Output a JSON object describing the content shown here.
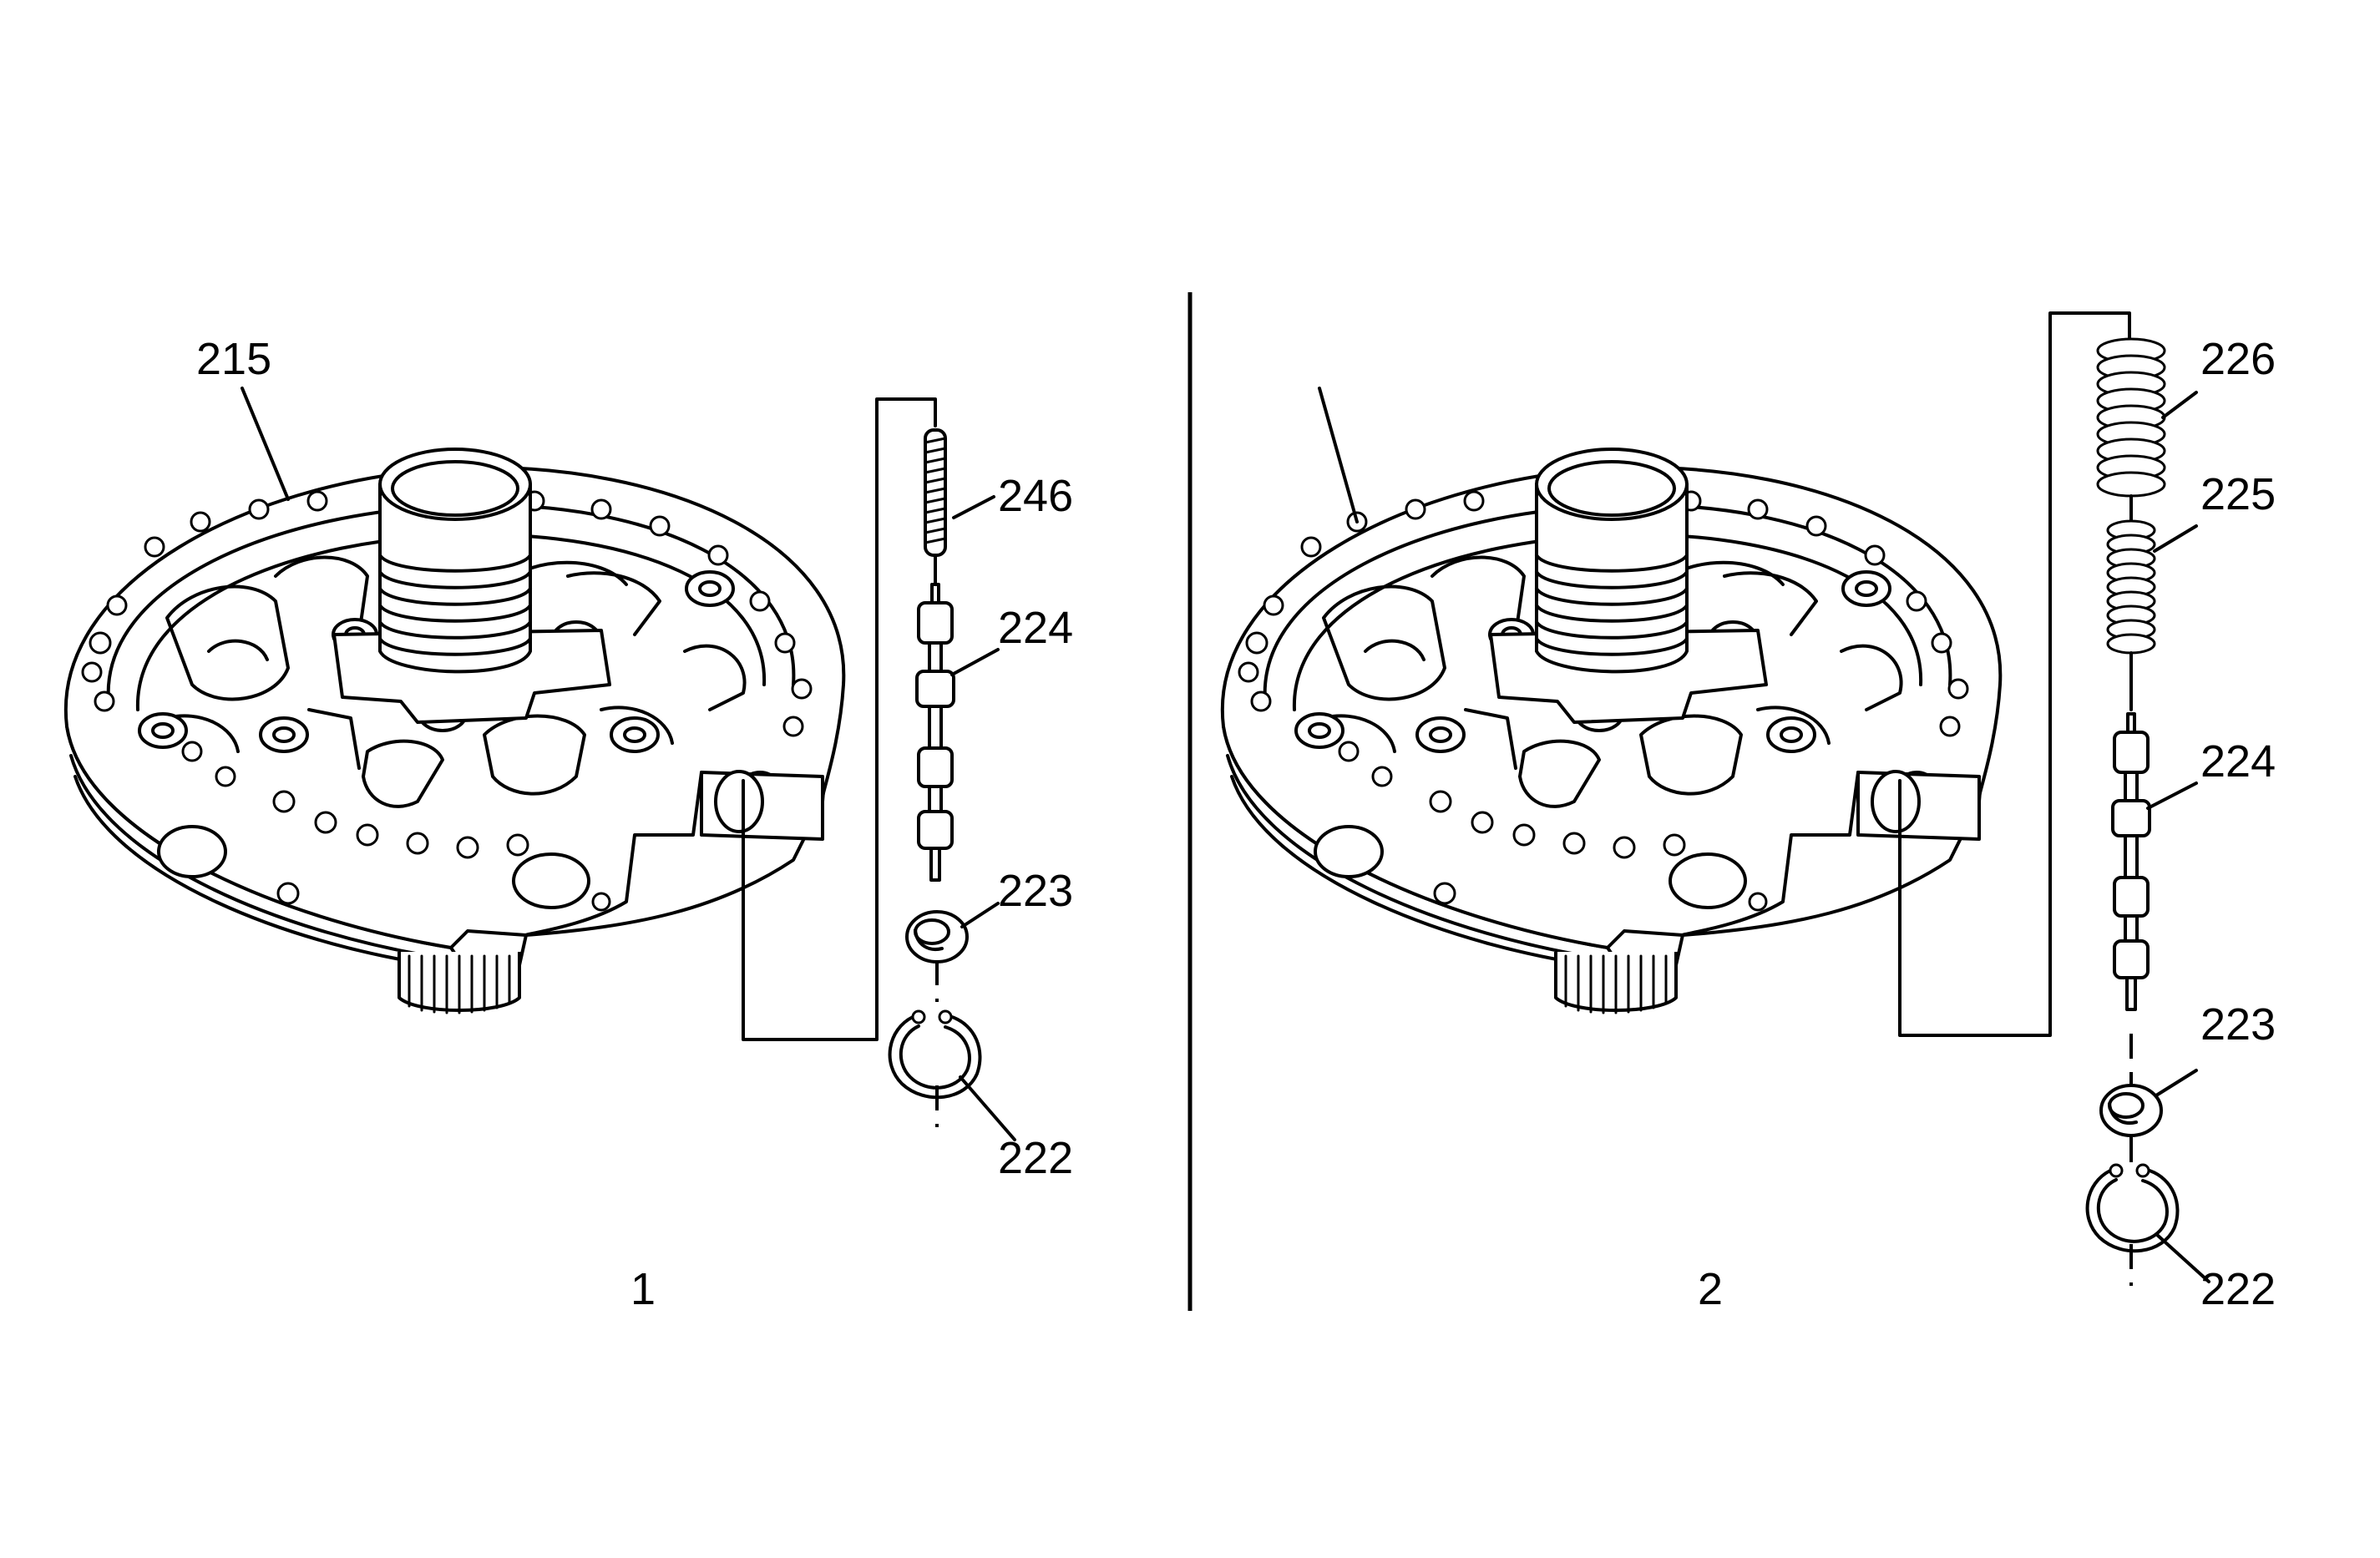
{
  "panels": [
    {
      "number": "1",
      "callouts": {
        "pump_cover": "215",
        "spring": "246",
        "valve": "224",
        "bore_plug": "223",
        "retaining_ring": "222"
      }
    },
    {
      "number": "2",
      "callouts": {
        "outer_spring": "226",
        "inner_spring": "225",
        "valve": "224",
        "bore_plug": "223",
        "retaining_ring": "222"
      }
    }
  ],
  "colors": {
    "line": "#000000",
    "background": "#ffffff"
  }
}
